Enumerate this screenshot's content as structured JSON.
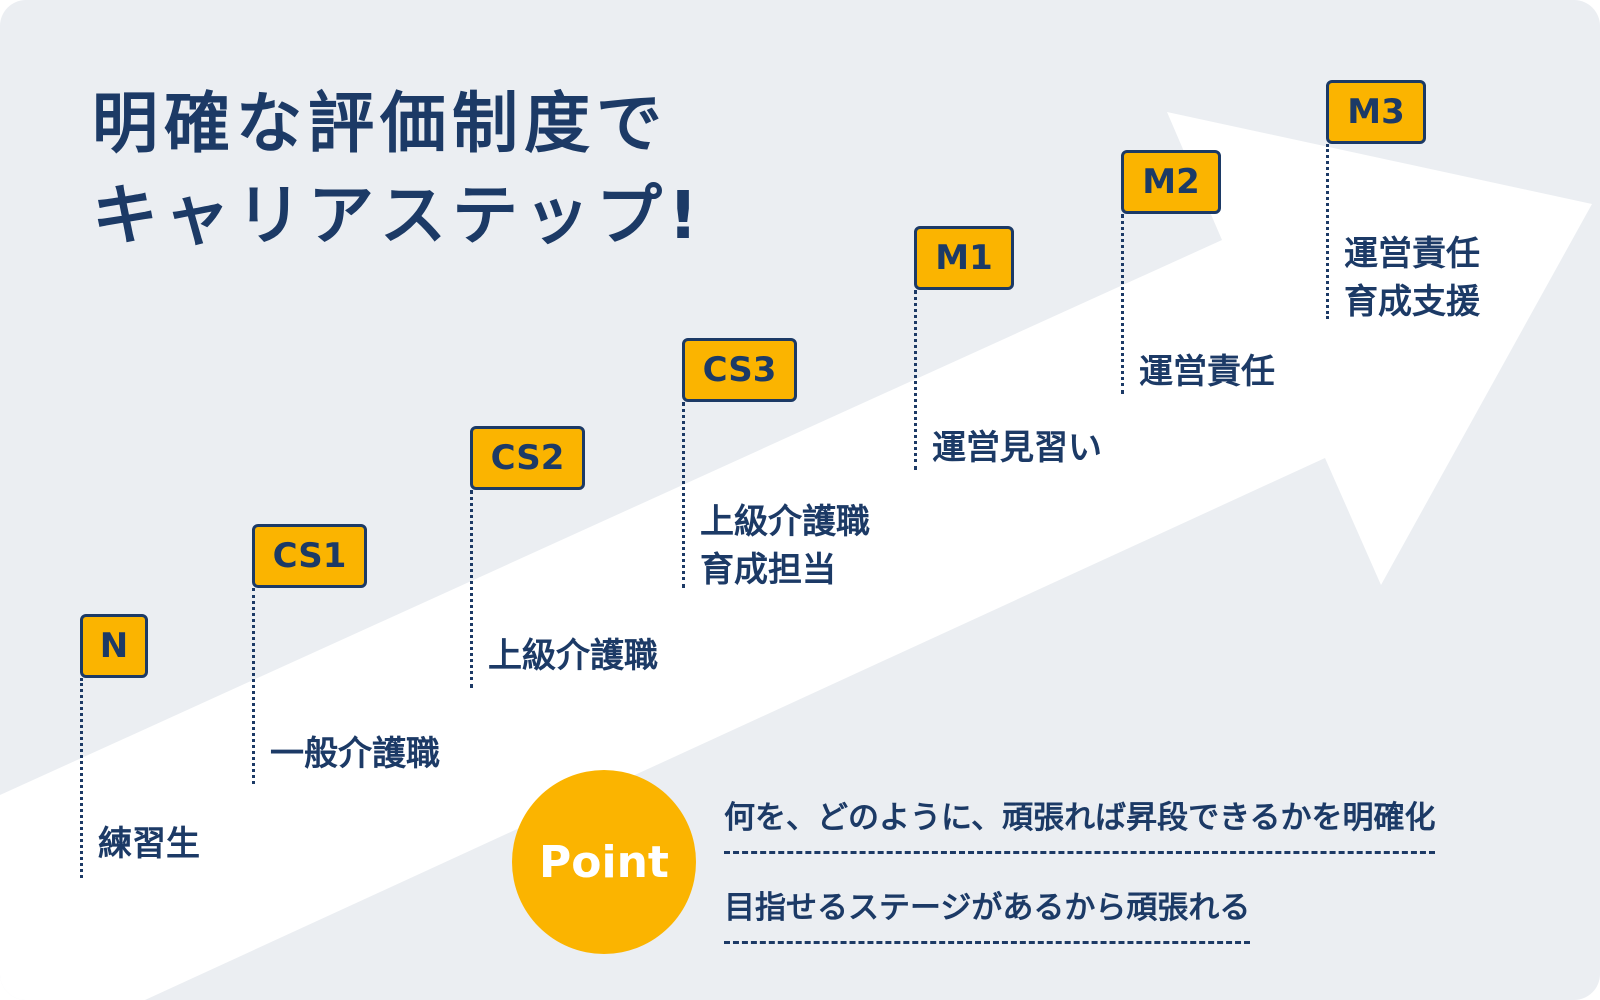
{
  "title": {
    "line1": "明確な評価制度で",
    "line2": "キャリアステップ!"
  },
  "steps": [
    {
      "badge": "N",
      "lines": [
        "練習生"
      ]
    },
    {
      "badge": "CS1",
      "lines": [
        "一般介護職"
      ]
    },
    {
      "badge": "CS2",
      "lines": [
        "上級介護職"
      ]
    },
    {
      "badge": "CS3",
      "lines": [
        "上級介護職",
        "育成担当"
      ]
    },
    {
      "badge": "M1",
      "lines": [
        "運営見習い"
      ]
    },
    {
      "badge": "M2",
      "lines": [
        "運営責任"
      ]
    },
    {
      "badge": "M3",
      "lines": [
        "運営責任",
        "育成支援"
      ]
    }
  ],
  "point": {
    "label": "Point",
    "items": [
      "何を、どのように、頑張れば昇段できるかを明確化",
      "目指せるステージがあるから頑張れる"
    ]
  },
  "colors": {
    "background": "#ebeef2",
    "navy": "#1c3a66",
    "accent": "#fbb400",
    "arrow": "#ffffff"
  }
}
